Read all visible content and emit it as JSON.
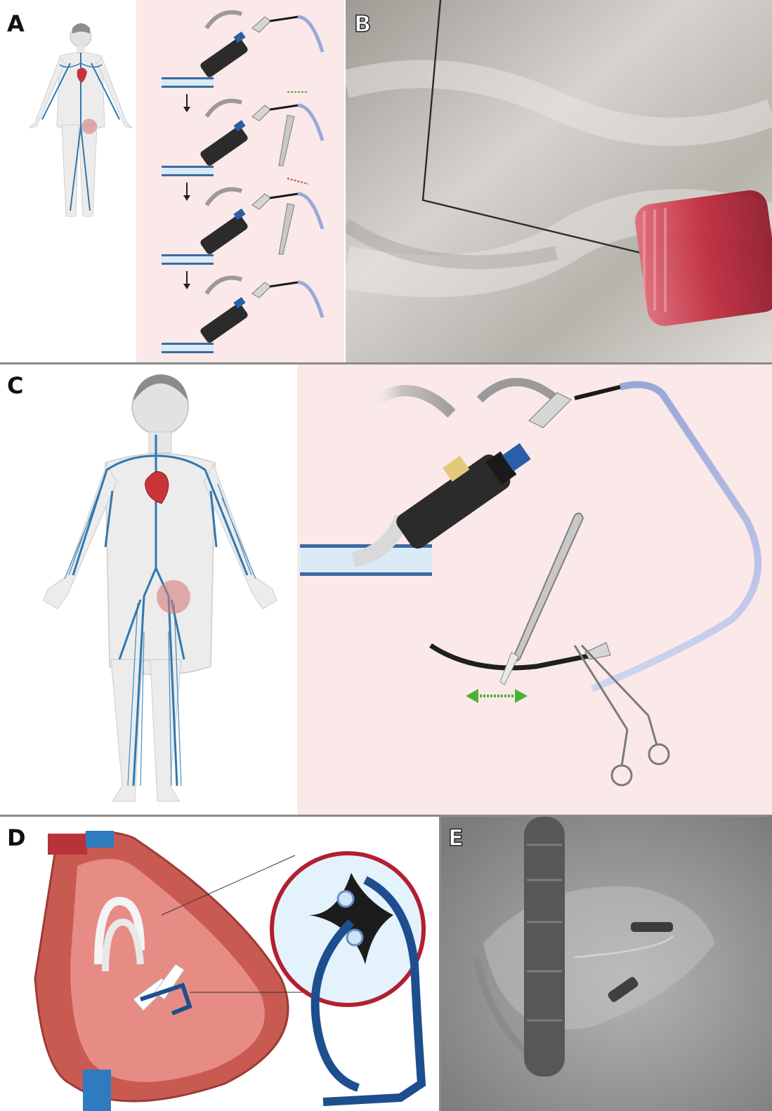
{
  "figure": {
    "panels": [
      {
        "id": "A",
        "label": "A"
      },
      {
        "id": "B",
        "label": "B"
      },
      {
        "id": "C",
        "label": "C"
      },
      {
        "id": "D",
        "label": "D"
      },
      {
        "id": "E",
        "label": "E"
      }
    ]
  },
  "colors": {
    "diagram_bg": "#fbe8e8",
    "vein_blue": "#2f78b0",
    "sheath_blue": "#9aa8d8",
    "arrow_green": "#4caf3a",
    "arrow_red": "#d24a4a",
    "photo_fabric": "#c9c5bf",
    "hub_red": "#c2243a",
    "fluoro_gray": "#a9a9a9",
    "myocardium": "#c75a52",
    "lead_navy": "#1d4f8f"
  },
  "icons": {
    "body": "human-body-venous-system",
    "heart": "heart-icon",
    "insertion_site": "groin-insertion-site",
    "sheath": "introducer-sheath",
    "scalpel": "scalpel-icon",
    "forceps": "hemostat-clamp",
    "arrow_down": "arrow-down-icon",
    "double_arrow": "double-arrow-icon"
  },
  "panelA": {
    "steps": 4
  }
}
